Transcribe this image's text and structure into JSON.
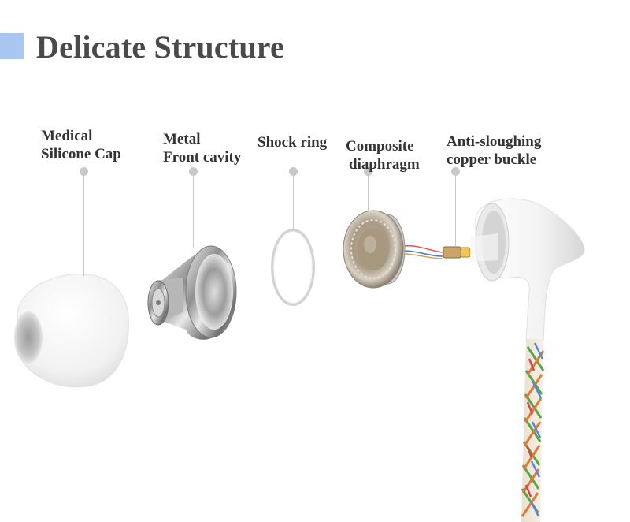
{
  "title": "Delicate Structure",
  "colors": {
    "accent": "#a9c6f0",
    "title_text": "#4a4a4a",
    "label_text": "#333333",
    "leader": "#c8c8c8"
  },
  "parts": [
    {
      "line1": "Medical",
      "line2": "Silicone Cap"
    },
    {
      "line1": "Metal",
      "line2": "Front cavity"
    },
    {
      "line1": "Shock ring",
      "line2": ""
    },
    {
      "line1": "Composite",
      "line2": "diaphragm"
    },
    {
      "line1": "Anti-sloughing",
      "line2": "copper buckle"
    }
  ]
}
